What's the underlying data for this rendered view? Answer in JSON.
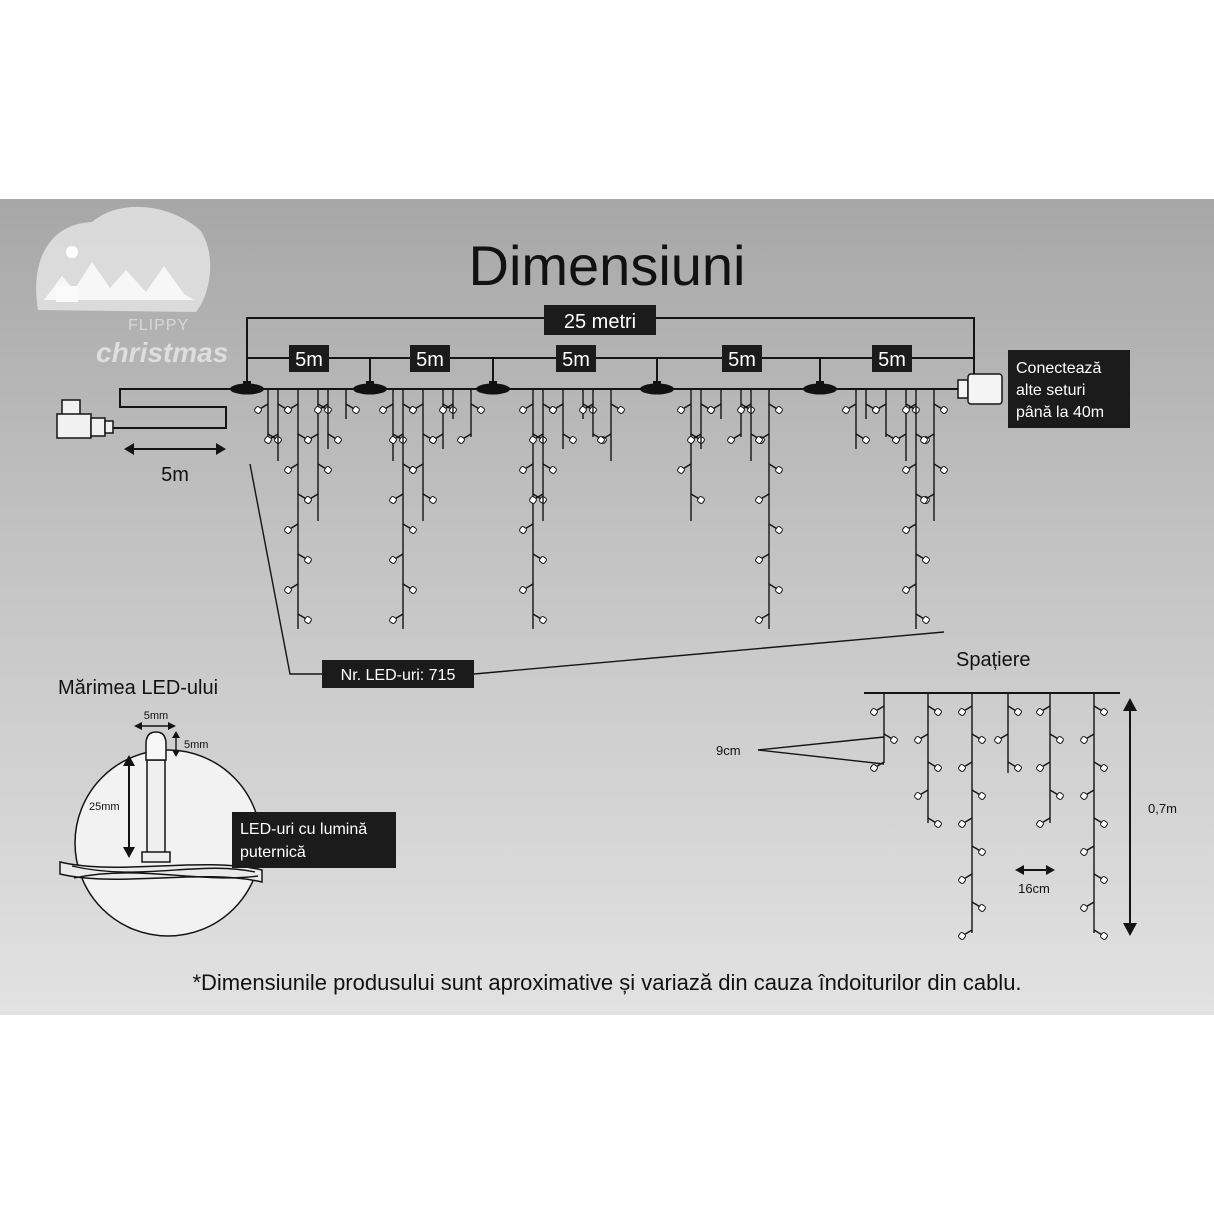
{
  "title": "Dimensiuni",
  "logo": {
    "brand": "FLIPPY",
    "script": "christmas"
  },
  "total_length": "25 metri",
  "segment_labels": [
    "5m",
    "5m",
    "5m",
    "5m",
    "5m"
  ],
  "lead_cable_length": "5m",
  "connect_note": [
    "Conectează",
    "alte seturi",
    "până la 40m"
  ],
  "led_count_label": "Nr. LED-uri: 715",
  "led_size": {
    "title": "Mărimea LED-ului",
    "width": "5mm",
    "head_height": "5mm",
    "body_height": "25mm",
    "feature": [
      "LED-uri cu lumină",
      "puternică"
    ]
  },
  "spacing": {
    "title": "Spațiere",
    "vertical_gap": "9cm",
    "horizontal_gap": "16cm",
    "drop_height": "0,7m"
  },
  "footnote": "*Dimensiunile produsului sunt aproximative și variază din cauza îndoiturilor din cablu.",
  "colors": {
    "box": "#1b1b1b",
    "line": "#141414",
    "bulb": "#ffffff"
  }
}
